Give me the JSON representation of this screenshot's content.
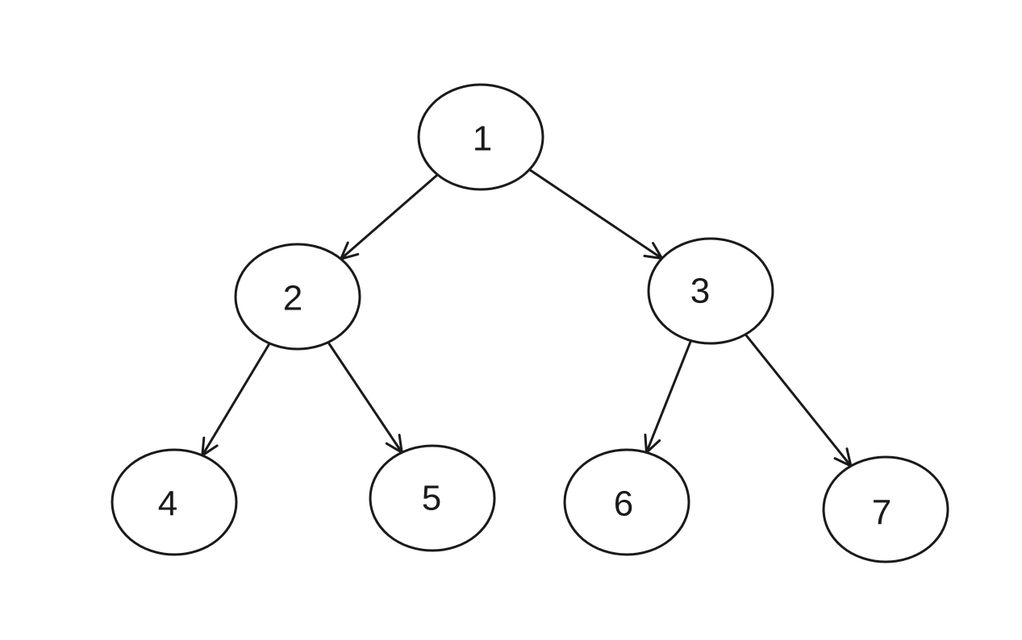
{
  "diagram": {
    "type": "binary-tree",
    "stroke_color": "#1a1a1a",
    "background_color": "#ffffff",
    "nodes": [
      {
        "id": "n1",
        "label": "1"
      },
      {
        "id": "n2",
        "label": "2"
      },
      {
        "id": "n3",
        "label": "3"
      },
      {
        "id": "n4",
        "label": "4"
      },
      {
        "id": "n5",
        "label": "5"
      },
      {
        "id": "n6",
        "label": "6"
      },
      {
        "id": "n7",
        "label": "7"
      }
    ],
    "edges": [
      {
        "from": "n1",
        "to": "n2"
      },
      {
        "from": "n1",
        "to": "n3"
      },
      {
        "from": "n2",
        "to": "n4"
      },
      {
        "from": "n2",
        "to": "n5"
      },
      {
        "from": "n3",
        "to": "n6"
      },
      {
        "from": "n3",
        "to": "n7"
      }
    ]
  }
}
